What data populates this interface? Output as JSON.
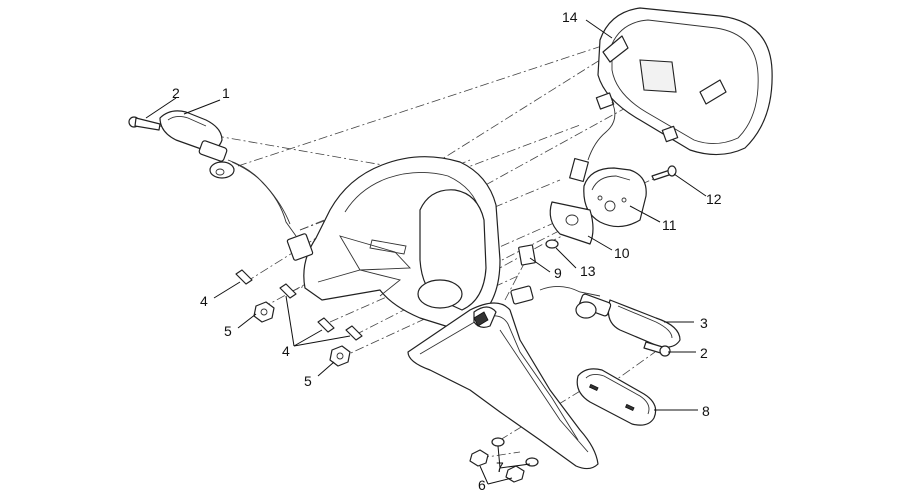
{
  "diagram": {
    "callouts": [
      "1",
      "2",
      "2",
      "3",
      "4",
      "4",
      "5",
      "5",
      "6",
      "7",
      "8",
      "9",
      "10",
      "11",
      "12",
      "13",
      "14"
    ]
  }
}
